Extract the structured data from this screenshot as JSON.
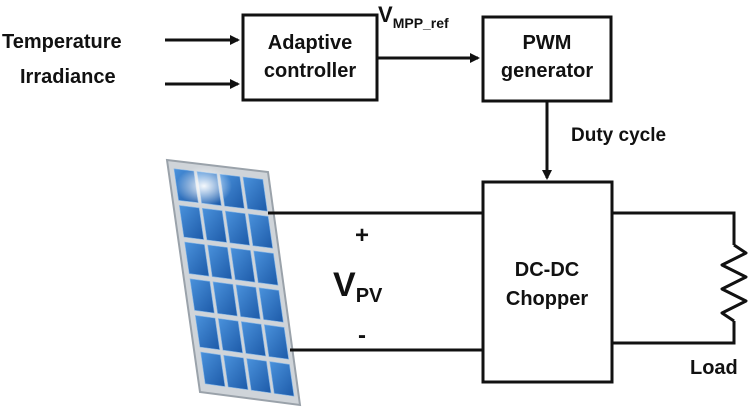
{
  "inputs": {
    "temperature": "Temperature",
    "irradiance": "Irradiance"
  },
  "blocks": {
    "adaptive_controller": {
      "line1": "Adaptive",
      "line2": "controller"
    },
    "pwm_generator": {
      "line1": "PWM",
      "line2": "generator"
    },
    "chopper": {
      "line1": "DC-DC",
      "line2": "Chopper"
    }
  },
  "signals": {
    "vmpp_ref": {
      "main": "V",
      "sub": "MPP_ref"
    },
    "duty_cycle": "Duty cycle"
  },
  "panel_output": {
    "plus": "+",
    "minus": "-",
    "vpv": {
      "main": "V",
      "sub": "PV"
    }
  },
  "load": "Load",
  "colors": {
    "line": "#111111",
    "panel_cell": "#2a6fc0",
    "panel_frame": "#d4d8dc"
  }
}
